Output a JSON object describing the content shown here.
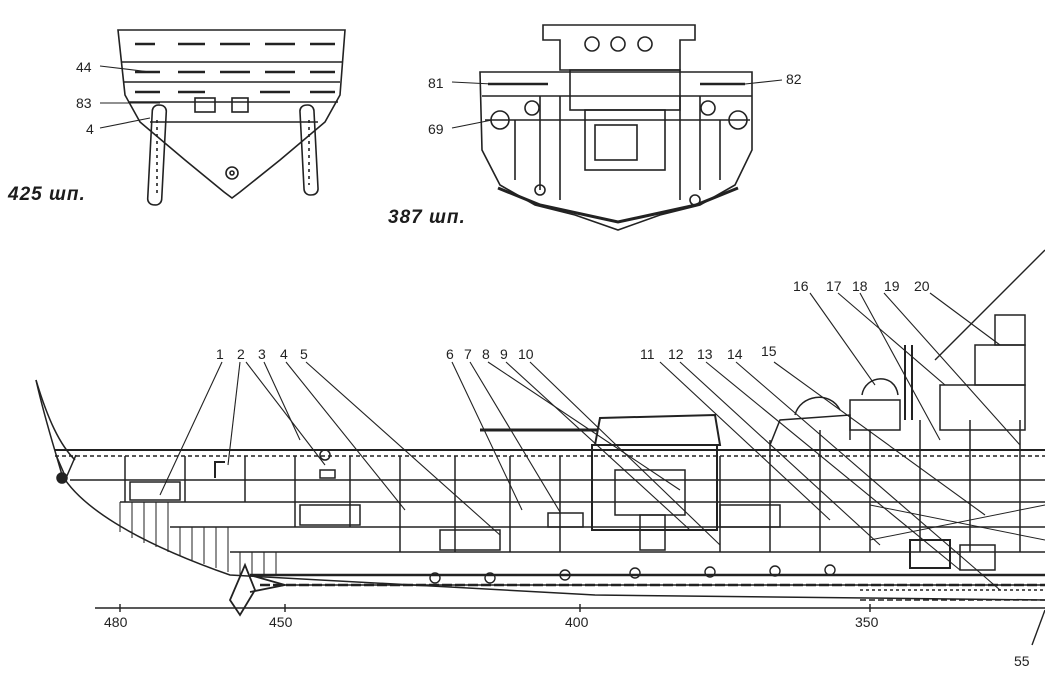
{
  "section_a": {
    "title": "425 шп.",
    "callouts": [
      "44",
      "83",
      "4"
    ]
  },
  "section_b": {
    "title": "387 шп.",
    "callouts_left": [
      "81",
      "69"
    ],
    "callouts_right": [
      "82"
    ]
  },
  "profile": {
    "callouts": [
      "1",
      "2",
      "3",
      "4",
      "5",
      "6",
      "7",
      "8",
      "9",
      "10",
      "11",
      "12",
      "13",
      "14",
      "15",
      "16",
      "17",
      "18",
      "19",
      "20",
      "55"
    ],
    "scale_ticks": [
      "480",
      "450",
      "400",
      "350"
    ]
  }
}
